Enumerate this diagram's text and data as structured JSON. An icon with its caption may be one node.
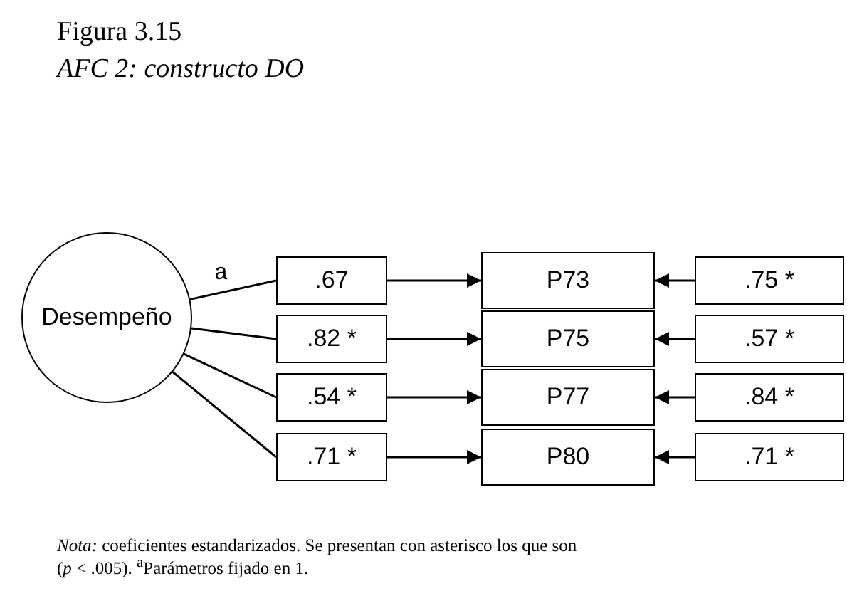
{
  "diagram": {
    "title": "Figura 3.15",
    "caption": "AFC 2: constructo DO",
    "nodes": [
      {
        "text": [
          "Desempeño"
        ]
      },
      {
        "text": [
          ".67"
        ]
      },
      {
        "text": [
          ".82 *"
        ]
      },
      {
        "text": [
          ".54 *"
        ]
      },
      {
        "text": [
          ".71 *"
        ]
      },
      {
        "text": [
          "P73"
        ]
      },
      {
        "text": [
          "P75"
        ]
      },
      {
        "text": [
          "P77"
        ]
      },
      {
        "text": [
          "P80"
        ]
      },
      {
        "text": [
          ".75 *"
        ]
      },
      {
        "text": [
          ".57 *"
        ]
      },
      {
        "text": [
          ".84 *"
        ]
      },
      {
        "text": [
          ".71 *"
        ]
      }
    ],
    "edges": [
      {
        "from": 0,
        "to": 1,
        "arrow": "none",
        "label": "a"
      },
      {
        "from": 0,
        "to": 2,
        "arrow": "none"
      },
      {
        "from": 0,
        "to": 3,
        "arrow": "none"
      },
      {
        "from": 0,
        "to": 4,
        "arrow": "none"
      },
      {
        "from": 1,
        "to": 5,
        "arrow": "to"
      },
      {
        "from": 2,
        "to": 6,
        "arrow": "to"
      },
      {
        "from": 3,
        "to": 7,
        "arrow": "to"
      },
      {
        "from": 4,
        "to": 8,
        "arrow": "to"
      },
      {
        "from": 9,
        "to": 5,
        "arrow": "to"
      },
      {
        "from": 10,
        "to": 6,
        "arrow": "to"
      },
      {
        "from": 11,
        "to": 7,
        "arrow": "to"
      },
      {
        "from": 12,
        "to": 8,
        "arrow": "to"
      }
    ],
    "labels": [
      "*Nota:* coeficientes estandarizados. Se presentan con asterisco los que son",
      "(*p* < .005). $^{a}$Parámetros fijado en 1."
    ]
  }
}
